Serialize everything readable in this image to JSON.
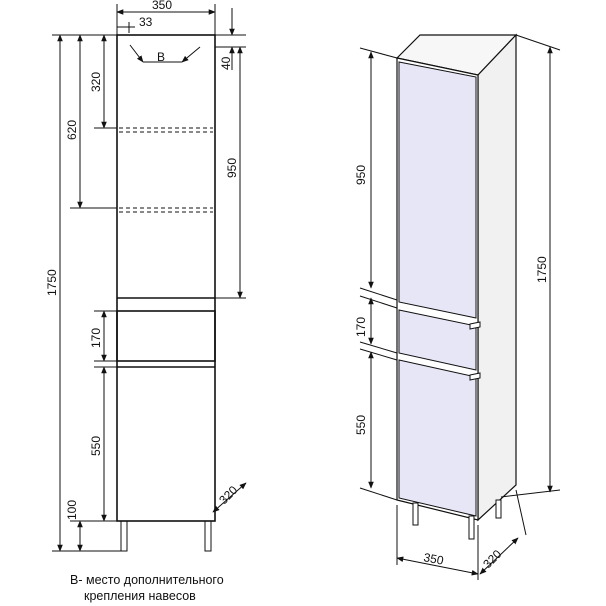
{
  "front_view": {
    "width_label": "350",
    "offset_label": "33",
    "mount_label": "B",
    "top_gap_label": "40",
    "total_height_label": "1750",
    "upper_section_label": "620",
    "shelf_label": "320",
    "upper_door_label": "950",
    "drawer_label": "170",
    "lower_door_label": "550",
    "leg_label": "100",
    "depth_label": "320"
  },
  "iso_view": {
    "upper_door_label": "950",
    "drawer_label": "170",
    "lower_door_label": "550",
    "total_height_label": "1750",
    "width_label": "350",
    "depth_label": "320"
  },
  "note": {
    "line1": "В- место дополнительного",
    "line2": "крепления навесов"
  },
  "colors": {
    "door_fill": "#e6e6f6",
    "side_fill": "#f1f1f1",
    "line": "#111111"
  }
}
